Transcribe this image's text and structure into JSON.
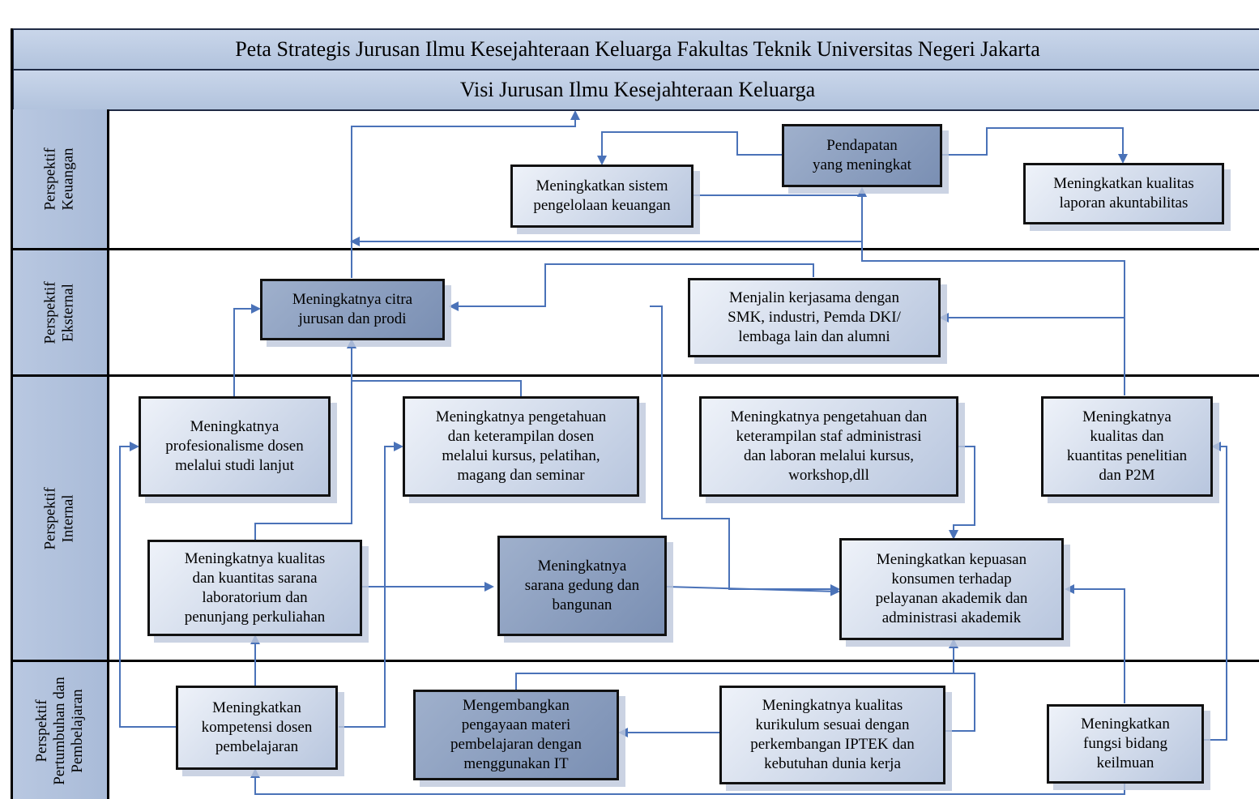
{
  "title": "Peta Strategis Jurusan Ilmu Kesejahteraan Keluarga Fakultas Teknik Universitas Negeri Jakarta",
  "vision": "Visi Jurusan Ilmu Kesejahteraan Keluarga",
  "lanes": {
    "keuangan": "Perspektif\nKeuangan",
    "eksternal": "Perspektif\nEksternal",
    "internal": "Perspektif\nInternal",
    "pertumbuhan": "Perspektif\nPertumbuhan dan\nPembelajaran"
  },
  "nodes": {
    "pendapatan": "Pendapatan\nyang meningkat",
    "sistem_keuangan": "Meningkatkan sistem\npengelolaan keuangan",
    "laporan": "Meningkatkan kualitas\nlaporan akuntabilitas",
    "citra": "Meningkatnya citra\njurusan dan prodi",
    "kerjasama": "Menjalin kerjasama dengan\nSMK, industri, Pemda DKI/\nlembaga lain dan alumni",
    "profesionalisme": "Meningkatnya\nprofesionalisme dosen\nmelalui studi lanjut",
    "pengetahuan_dosen": "Meningkatnya pengetahuan\ndan keterampilan dosen\nmelalui kursus, pelatihan,\nmagang dan seminar",
    "pengetahuan_staf": "Meningkatnya pengetahuan dan\nketerampilan staf administrasi\ndan laboran melalui kursus,\nworkshop,dll",
    "penelitian": "Meningkatnya\nkualitas dan\nkuantitas penelitian\ndan P2M",
    "sarana_lab": "Meningkatnya kualitas\ndan kuantitas sarana\nlaboratorium dan\npenunjang perkuliahan",
    "gedung": "Meningkatnya\nsarana gedung dan\nbangunan",
    "kepuasan": "Meningkatkan kepuasan\nkonsumen terhadap\npelayanan akademik dan\nadministrasi akademik",
    "kompetensi": "Meningkatkan\nkompetensi dosen\npembelajaran",
    "materi_it": "Mengembangkan\npengayaan materi\npembelajaran dengan\nmenggunakan IT",
    "kurikulum": "Meningkatnya kualitas\nkurikulum sesuai dengan\nperkembangan IPTEK dan\nkebutuhan dunia kerja",
    "keilmuan": "Meningkatkan\nfungsi bidang\nkeilmuan"
  },
  "colors": {
    "arrow": "#4a72b8",
    "header_fill": "#c3d1e8",
    "dark_box": "#8497bb",
    "light_box": "#dbe3f0"
  }
}
